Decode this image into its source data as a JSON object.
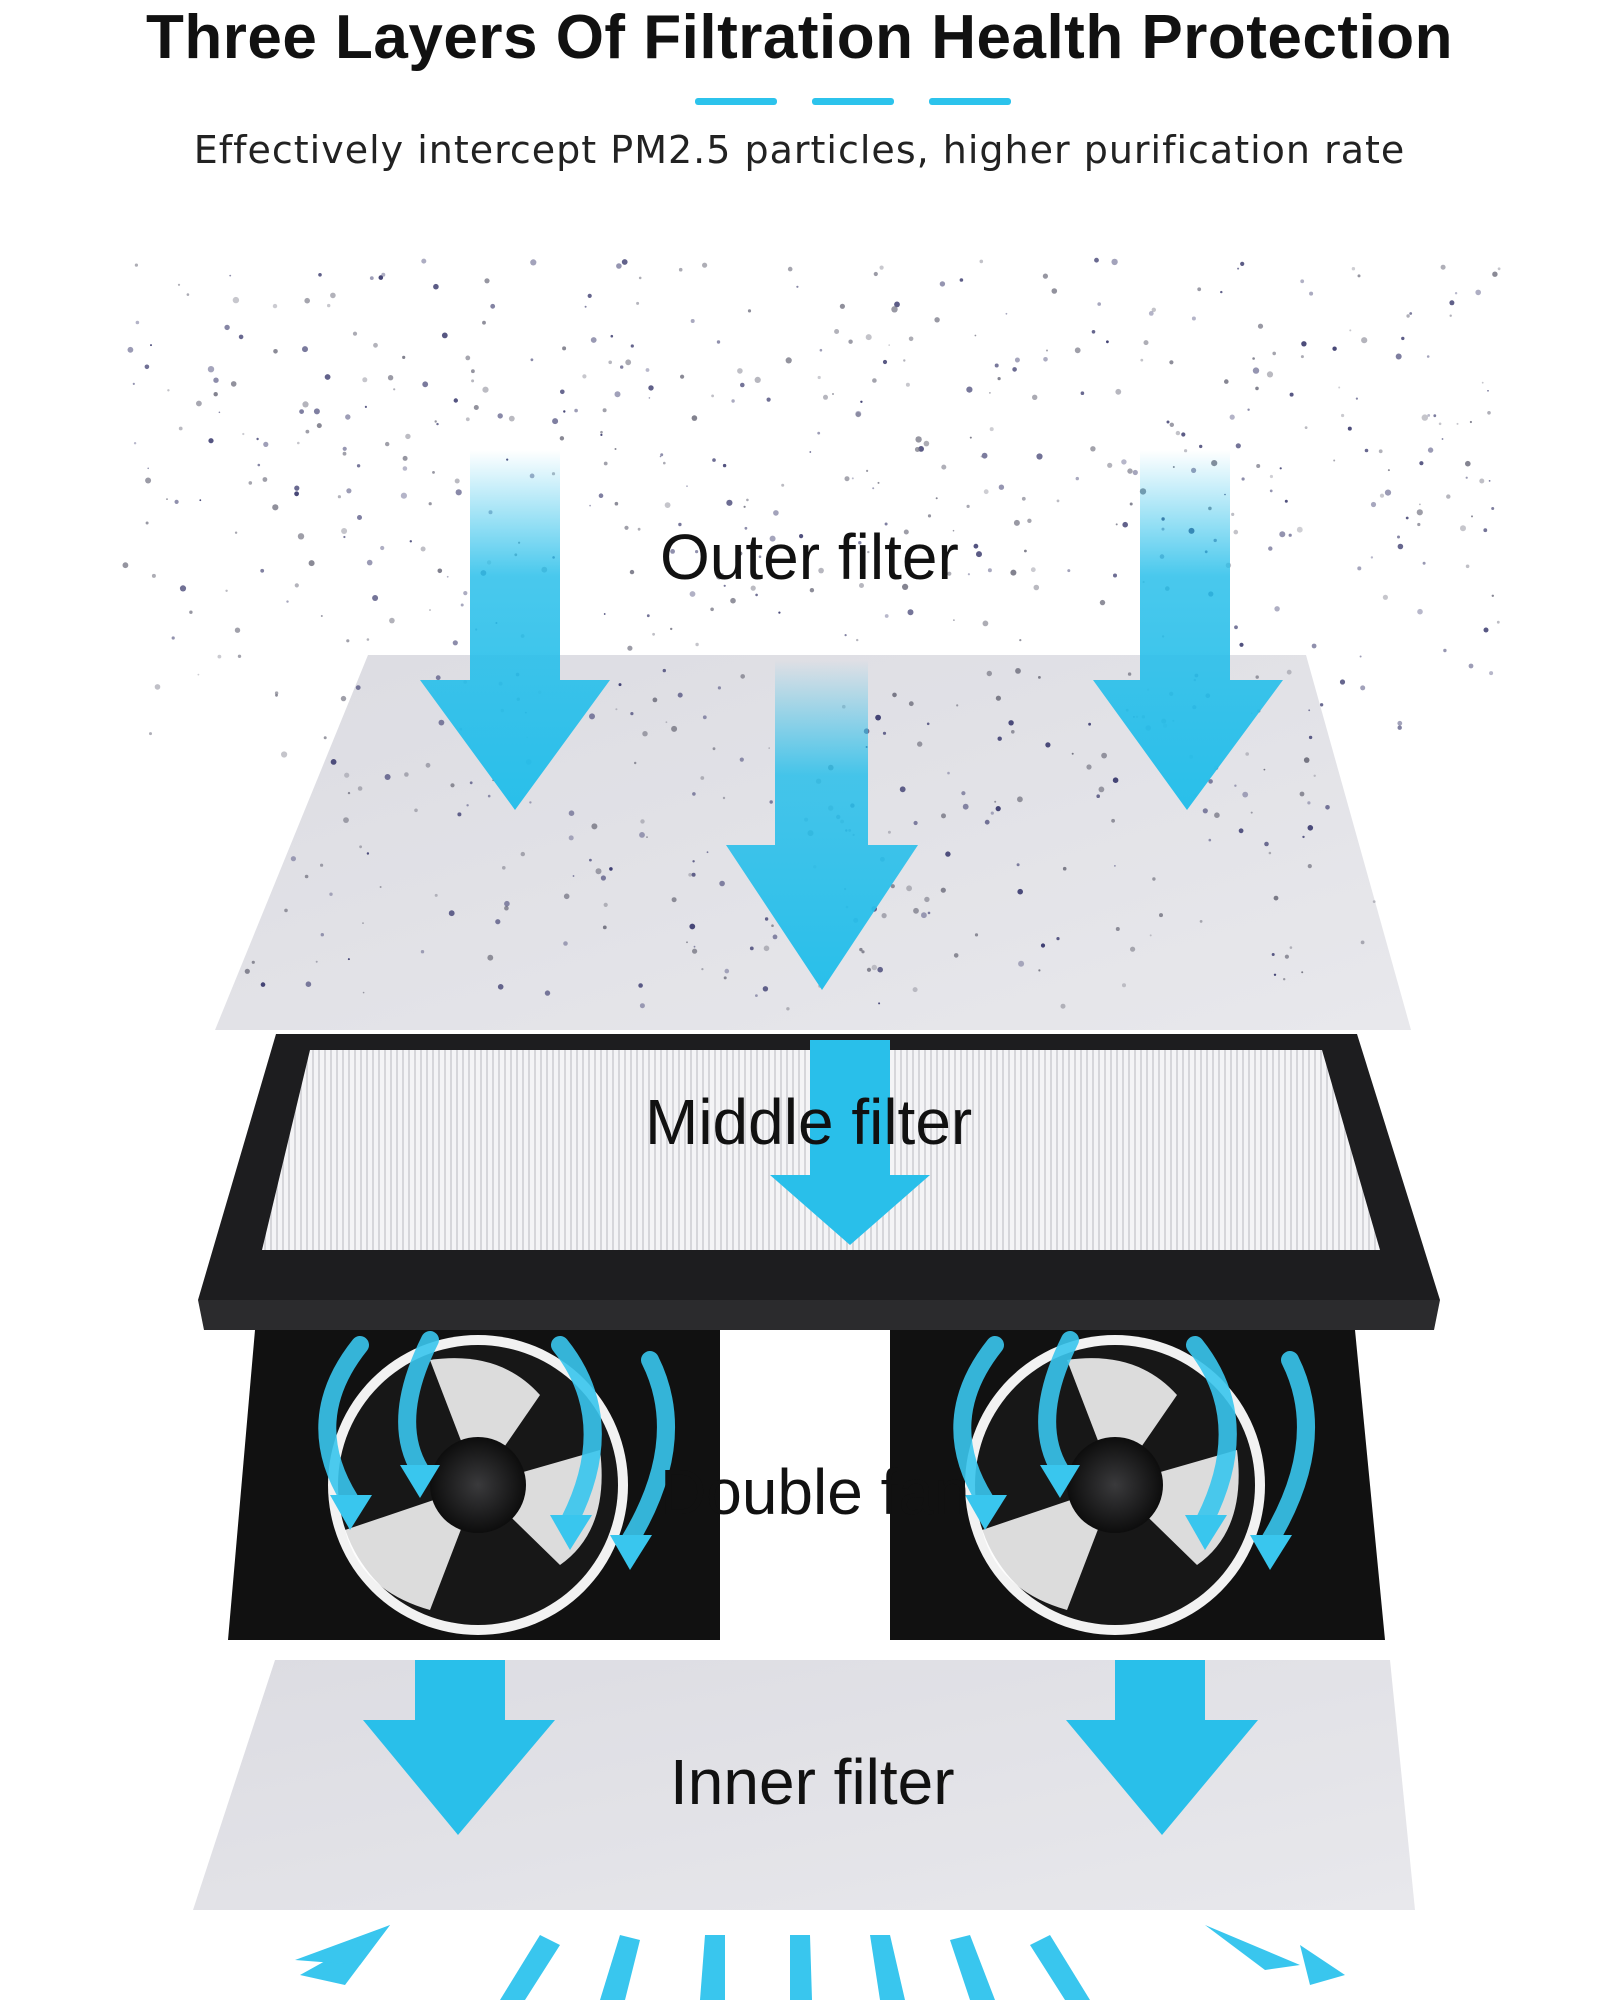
{
  "header": {
    "title": "Three Layers Of Filtration Health Protection",
    "subtitle": "Effectively intercept PM2.5 particles, higher purification rate"
  },
  "layers": {
    "outer": "Outer filter",
    "middle": "Middle filter",
    "fan": "Double fan",
    "inner": "Inner filter"
  },
  "colors": {
    "accent": "#2cc3ec",
    "arrow": "#29bfea",
    "filter_paper": "#e2e2e6",
    "frame": "#1d1d1f",
    "fan_body": "#111111",
    "text": "#111111"
  }
}
